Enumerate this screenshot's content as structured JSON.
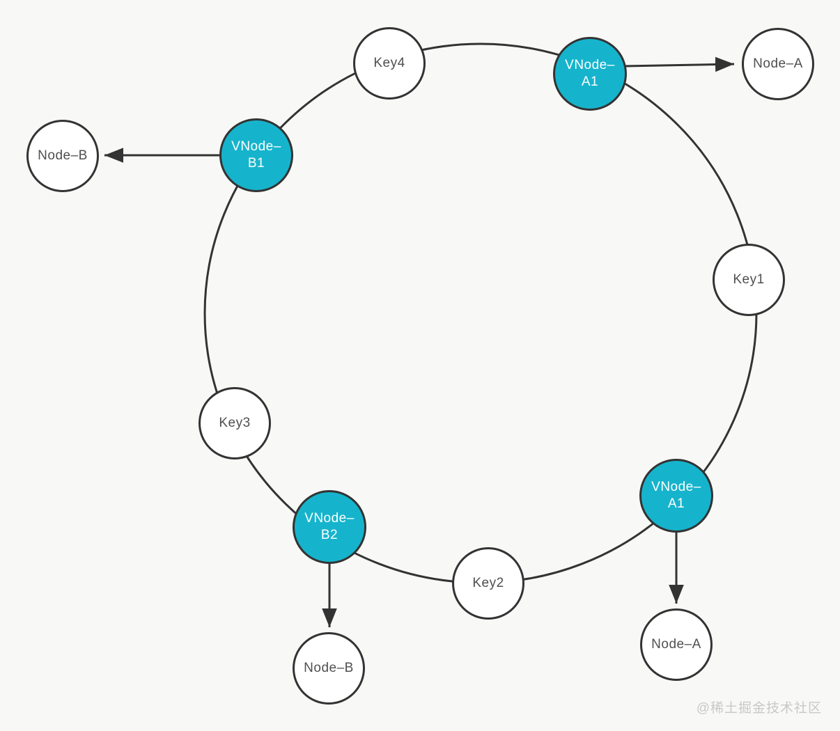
{
  "colors": {
    "background": "#F8F8F7",
    "stroke": "#333333",
    "key_node_fill": "#FFFFFF",
    "vnode_fill": "#16B4CC",
    "key_node_text": "#4F4F4F",
    "vnode_text": "#FFFFFF",
    "watermark_text": "#C8C8C8"
  },
  "nodes": [
    {
      "id": "key4",
      "type": "key",
      "label": "Key4"
    },
    {
      "id": "vnode-a1-top",
      "type": "vnode",
      "label": "VNode–\nA1"
    },
    {
      "id": "node-a-top",
      "type": "physical",
      "label": "Node–A"
    },
    {
      "id": "node-b-left",
      "type": "physical",
      "label": "Node–B"
    },
    {
      "id": "vnode-b1",
      "type": "vnode",
      "label": "VNode–\nB1"
    },
    {
      "id": "key1",
      "type": "key",
      "label": "Key1"
    },
    {
      "id": "key3",
      "type": "key",
      "label": "Key3"
    },
    {
      "id": "vnode-b2",
      "type": "vnode",
      "label": "VNode–\nB2"
    },
    {
      "id": "key2",
      "type": "key",
      "label": "Key2"
    },
    {
      "id": "vnode-a1-bottom",
      "type": "vnode",
      "label": "VNode–\nA1"
    },
    {
      "id": "node-a-bottom",
      "type": "physical",
      "label": "Node–A"
    },
    {
      "id": "node-b-bottom",
      "type": "physical",
      "label": "Node–B"
    }
  ],
  "edges": [
    {
      "from": "vnode-a1-top",
      "to": "node-a-top"
    },
    {
      "from": "vnode-b1",
      "to": "node-b-left"
    },
    {
      "from": "vnode-b2",
      "to": "node-b-bottom"
    },
    {
      "from": "vnode-a1-bottom",
      "to": "node-a-bottom"
    }
  ],
  "watermark": "@稀土掘金技术社区"
}
